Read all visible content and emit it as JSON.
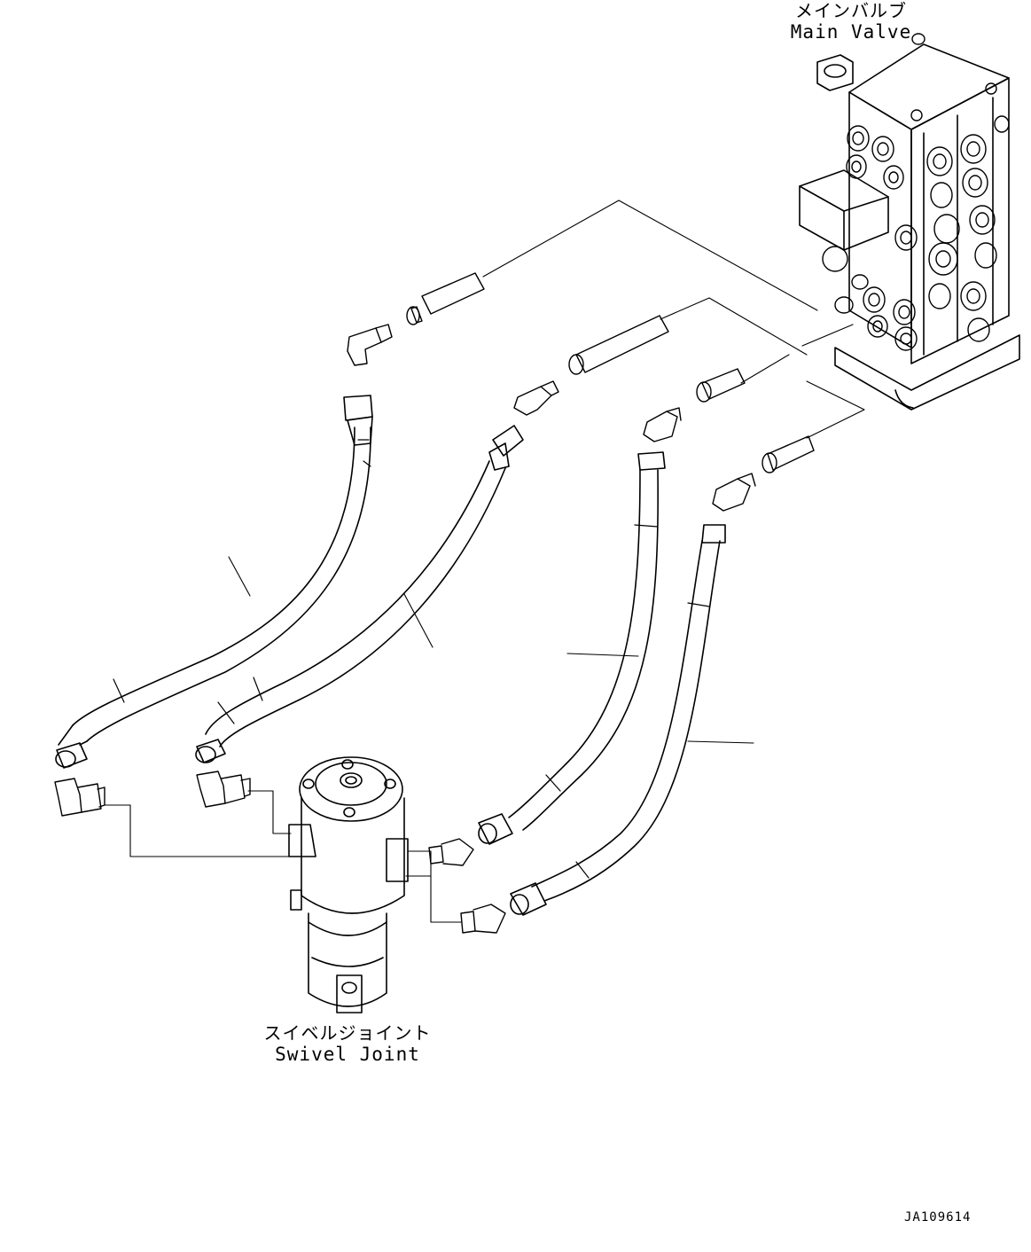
{
  "labels": {
    "main_valve_jp": "メインバルブ",
    "main_valve_en": "Main Valve",
    "swivel_joint_jp": "スイベルジョイント",
    "swivel_joint_en": "Swivel Joint",
    "drawing_code": "JA109614"
  },
  "colors": {
    "ink": "#000000",
    "paper": "#ffffff"
  },
  "components": [
    {
      "name": "main-valve",
      "icon": "valve-block"
    },
    {
      "name": "swivel-joint",
      "icon": "swivel-joint"
    },
    {
      "name": "hose-1",
      "icon": "hydraulic-hose"
    },
    {
      "name": "hose-2",
      "icon": "hydraulic-hose"
    },
    {
      "name": "hose-3",
      "icon": "hydraulic-hose"
    },
    {
      "name": "hose-4",
      "icon": "hydraulic-hose"
    }
  ]
}
